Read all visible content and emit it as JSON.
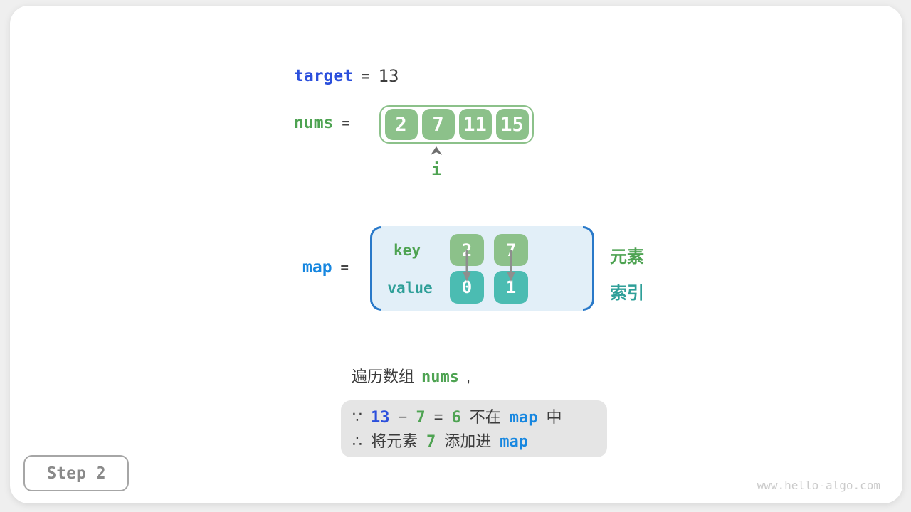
{
  "diagram": {
    "target_line": {
      "var": "target",
      "eq": "=",
      "value": "13"
    },
    "nums_line": {
      "var": "nums",
      "eq": "=",
      "cells": [
        "2",
        "7",
        "11",
        "15"
      ],
      "pointer_label": "i"
    },
    "map_line": {
      "var": "map",
      "eq": "=",
      "key_label": "key",
      "value_label": "value",
      "keys": [
        "2",
        "7"
      ],
      "values": [
        "0",
        "1"
      ],
      "element_label": "元素",
      "index_label": "索引"
    },
    "caption": {
      "prefix": "遍历数组",
      "code": "nums",
      "comma": ","
    },
    "note": {
      "line1": {
        "because": "∵",
        "minuend": "13",
        "minus": "−",
        "subtrahend": "7",
        "eq": "=",
        "difference": "6",
        "mid": "不在",
        "code": "map",
        "suffix": "中"
      },
      "line2": {
        "therefore": "∴",
        "prefix": "将元素",
        "element": "7",
        "mid": "添加进",
        "code": "map"
      }
    },
    "footer": {
      "step_label": "Step 2",
      "watermark": "www.hello-algo.com"
    },
    "colors": {
      "array_box_green": "#8CC18A",
      "value_box_teal": "#4BBCB2",
      "map_fill_blue": "#E2EFF8",
      "bracket_blue": "#2979C9",
      "keyword_blue": "#2B4FDC",
      "keyword_azure": "#1787E0",
      "keyword_green": "#4EA352",
      "keyword_teal": "#2E9F98",
      "note_fill_gray": "#E5E5E5",
      "text_dark": "#3C3C3C"
    }
  }
}
